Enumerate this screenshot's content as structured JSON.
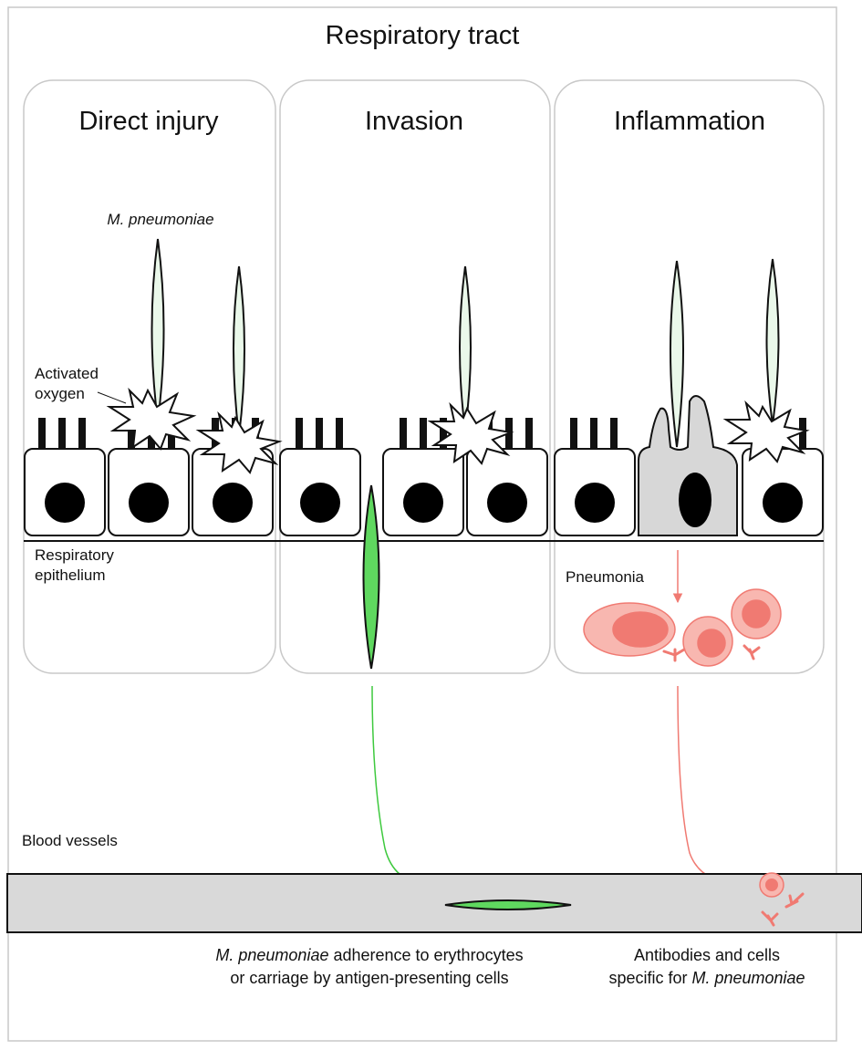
{
  "title": "Respiratory tract",
  "panels": [
    {
      "title": "Direct injury"
    },
    {
      "title": "Invasion"
    },
    {
      "title": "Inflammation"
    }
  ],
  "labels": {
    "organism": "M. pneumoniae",
    "activated_line1": "Activated",
    "activated_line2": "oxygen",
    "epithelium_line1": "Respiratory",
    "epithelium_line2": "epithelium",
    "pneumonia": "Pneumonia",
    "blood_vessels": "Blood vessels"
  },
  "captions": {
    "left_line1_italic": "M. pneumoniae",
    "left_line1_rest": " adherence to erythrocytes",
    "left_line2": "or carriage by antigen-presenting cells",
    "right_line1": "Antibodies and cells",
    "right_line2_plain": "specific for ",
    "right_line2_italic": "M. pneumoniae"
  },
  "colors": {
    "green": "#5fd85f",
    "green_arrow": "#3ec93e",
    "pale_green": "#eaf8ea",
    "salmon": "#f07a72",
    "salmon_fill": "#f8b7b0",
    "salmon_core": "#f07a72",
    "gray_cell": "#d7d7d7",
    "vessel": "#d9d9d9",
    "panel_border": "#c8c8c8"
  }
}
